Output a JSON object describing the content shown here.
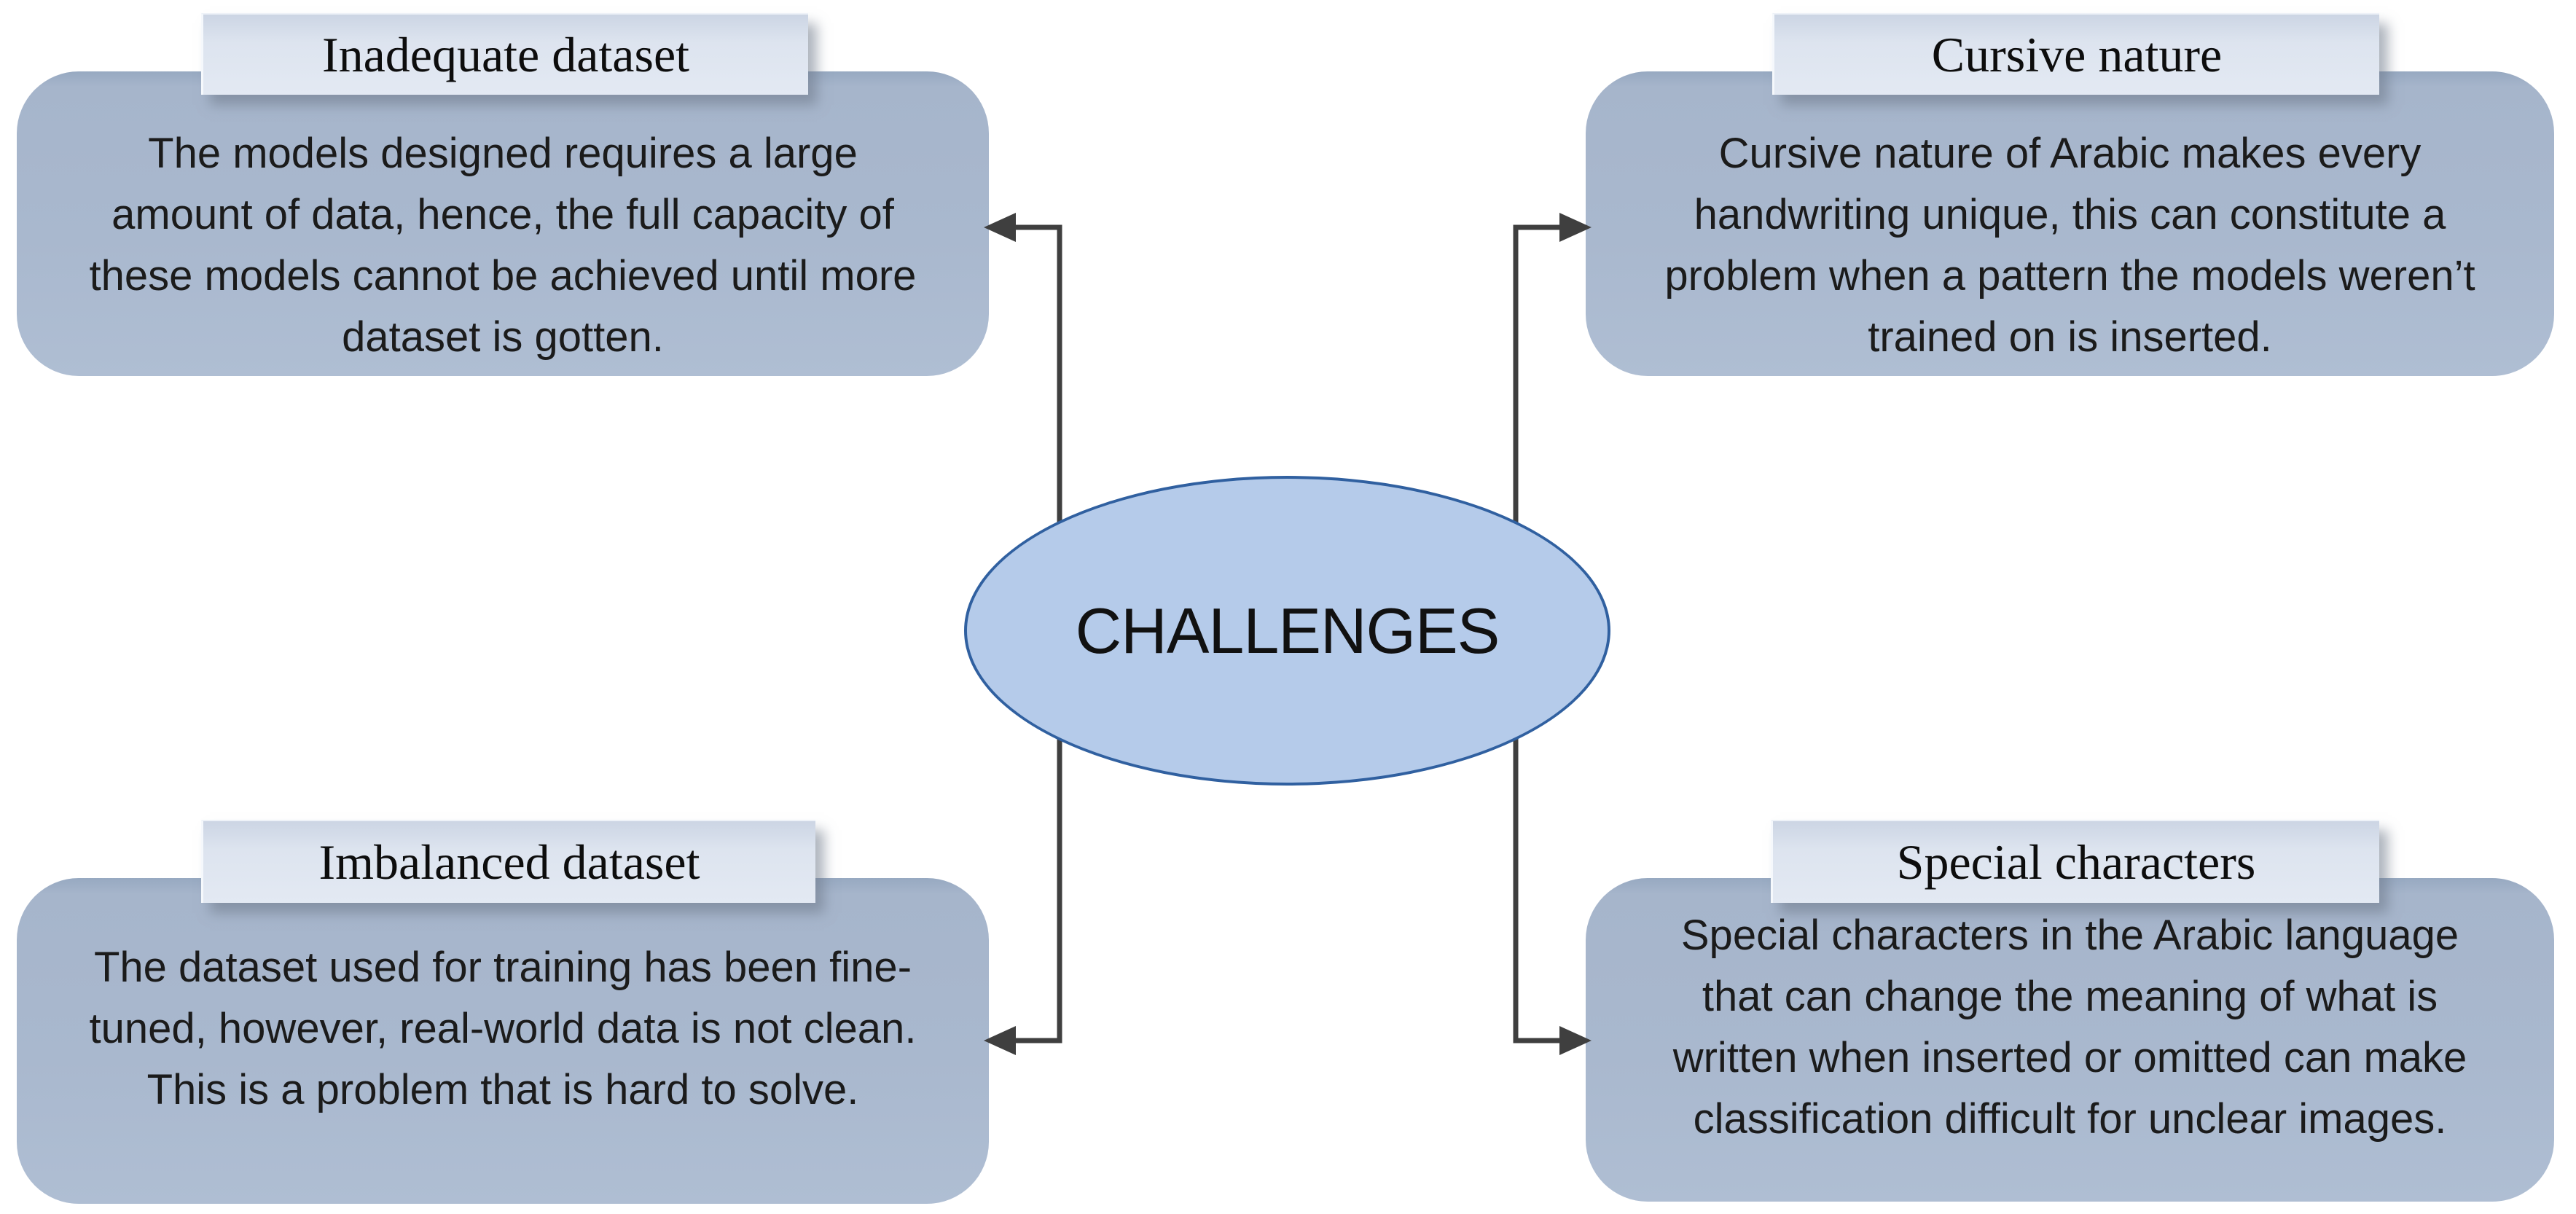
{
  "diagram": {
    "center": {
      "label": "CHALLENGES"
    },
    "boxes": [
      {
        "position": "top-left",
        "title": "Inadequate dataset",
        "body": "The models designed requires a large\namount of data, hence, the full capacity of\nthese models cannot be achieved until more\ndataset is gotten."
      },
      {
        "position": "top-right",
        "title": "Cursive nature",
        "body": "Cursive nature of Arabic makes every\nhandwriting unique, this can constitute a\nproblem when a pattern the models weren’t\ntrained on is inserted."
      },
      {
        "position": "bottom-left",
        "title": "Imbalanced dataset",
        "body": "The dataset used for training has been fine-\ntuned, however, real-world data is not clean.\nThis is a problem that is hard to solve."
      },
      {
        "position": "bottom-right",
        "title": "Special characters",
        "body": "Special characters in the Arabic language\nthat can change the meaning of what is\nwritten when inserted or omitted can make\nclassification difficult for unclear images."
      }
    ],
    "colors": {
      "box_fill": "#a9b8ce",
      "header_fill": "#dde4ef",
      "ellipse_fill": "#b5cbea",
      "ellipse_stroke": "#3060a0",
      "connector": "#3f3f3f",
      "body_text": "#1b1b1b",
      "header_text": "#0d0d0d",
      "background": "#ffffff"
    }
  }
}
